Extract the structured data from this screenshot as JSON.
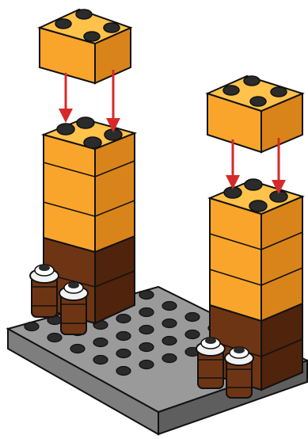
{
  "scene": {
    "subject": "lego-build-instruction-step",
    "colors": {
      "orange_top": "#FFC24A",
      "orange_front": "#F9A52C",
      "orange_side": "#D9841A",
      "brown_top": "#8C4B22",
      "brown_front": "#6E3515",
      "brown_side": "#4F230C",
      "gray_top": "#9A9A9A",
      "gray_front": "#7E7E7E",
      "gray_side": "#5E5E5E",
      "stud_dark": "#2B2B2B",
      "arrow": "#D62A2A",
      "outline": "#111111"
    },
    "parts": [
      {
        "name": "base-plate",
        "color": "gray"
      },
      {
        "name": "left-tower",
        "color": "orange-brown"
      },
      {
        "name": "right-tower",
        "color": "orange-brown"
      },
      {
        "name": "brick-2x2-incoming-left",
        "color": "orange"
      },
      {
        "name": "brick-2x2-incoming-right",
        "color": "orange"
      },
      {
        "name": "barrel-group-left",
        "color": "brown-white"
      },
      {
        "name": "barrel-group-right",
        "color": "brown-white"
      }
    ],
    "arrows": 4
  }
}
